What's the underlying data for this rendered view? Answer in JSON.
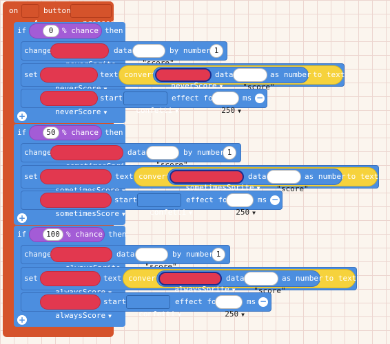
{
  "event": {
    "on": "on",
    "key": "A",
    "button": "button",
    "action": "pressed"
  },
  "kw": {
    "if": "if",
    "then": "then",
    "chance": "% chance",
    "change": "change",
    "data": "data",
    "by_number": "by number",
    "set": "set",
    "text": "text",
    "convert": "convert",
    "as_number": "as number",
    "to_text": "to text",
    "start": "start",
    "effect_for": "effect for",
    "ms": "ms"
  },
  "dropdown_caret": "▼",
  "blocks": [
    {
      "chance": "0",
      "sprite": "neverSprite",
      "key": "score",
      "by": "1",
      "score": "neverScore",
      "effect": "confetti",
      "duration": "250"
    },
    {
      "chance": "50",
      "sprite": "sometimesSprite",
      "key": "score",
      "by": "1",
      "score": "sometimesScore",
      "effect": "confetti",
      "duration": "250"
    },
    {
      "chance": "100",
      "sprite": "alwaysSprite",
      "key": "score",
      "by": "1",
      "score": "alwaysScore",
      "effect": "confetti",
      "duration": "250"
    }
  ],
  "colors": {
    "event": "#d5532b",
    "logic": "#4c8edf",
    "sprite": "#e2384f",
    "math": "#a35cd6",
    "text": "#f6d23c"
  }
}
